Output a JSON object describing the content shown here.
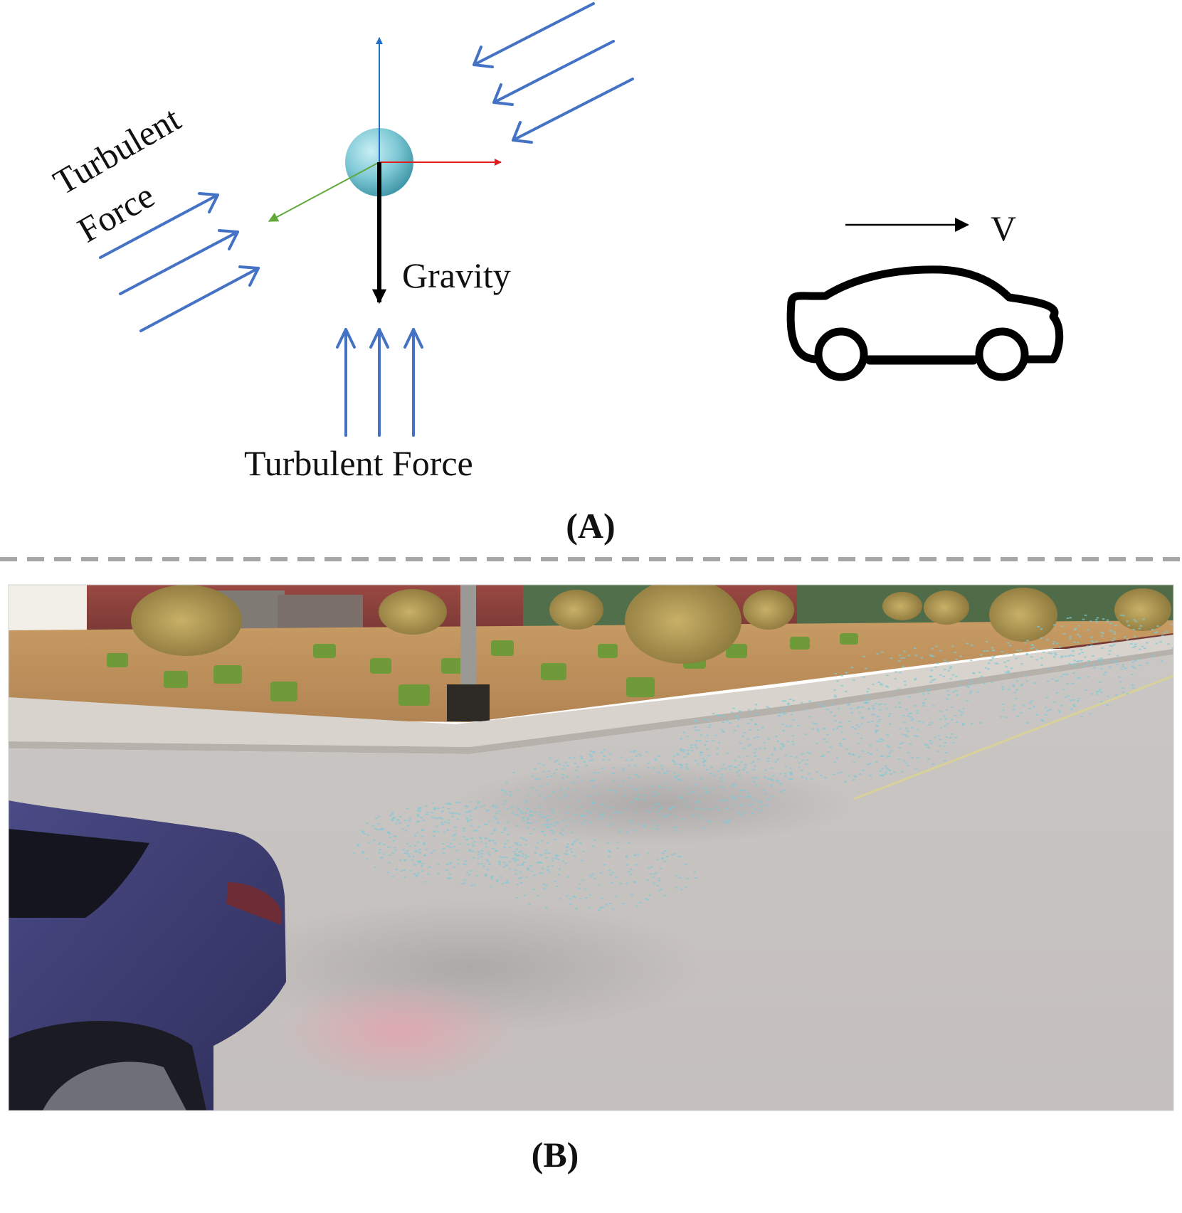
{
  "panel_a": {
    "caption": "(A)",
    "turbulent_force_side_line1": "Turbulent",
    "turbulent_force_side_line2": "Force",
    "gravity_label": "Gravity",
    "turbulent_force_bottom": "Turbulent Force",
    "velocity_label": "V"
  },
  "panel_b": {
    "caption": "(B)"
  },
  "colors": {
    "turbulent_arrows": "#4472c4",
    "axis_up": "#1f6fc4",
    "axis_x": "#e31b1b",
    "axis_z": "#62a83a",
    "gravity": "#000000",
    "particle": "#7fc9d6",
    "separator": "#a6a6a6"
  }
}
